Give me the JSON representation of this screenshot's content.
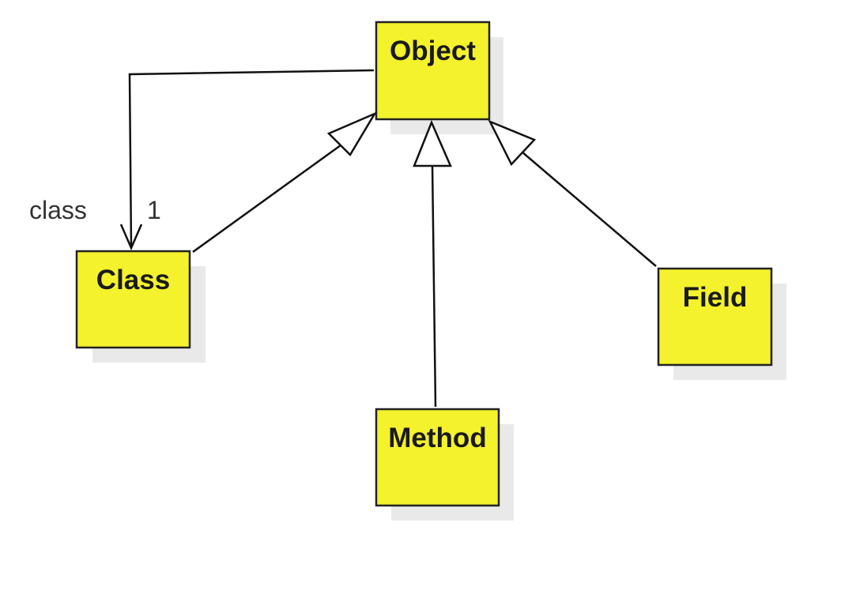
{
  "diagram": {
    "type": "uml-class-diagram",
    "colors": {
      "box_fill": "#f3f22c",
      "box_stroke": "#222222",
      "shadow": "#e9e9e9",
      "line": "#111111"
    },
    "classes": {
      "object": "Object",
      "class": "Class",
      "method": "Method",
      "field": "Field"
    },
    "association": {
      "from": "Object",
      "to": "Class",
      "role_label": "class",
      "multiplicity": "1"
    },
    "generalizations": [
      {
        "child": "Class",
        "parent": "Object"
      },
      {
        "child": "Method",
        "parent": "Object"
      },
      {
        "child": "Field",
        "parent": "Object"
      }
    ]
  }
}
